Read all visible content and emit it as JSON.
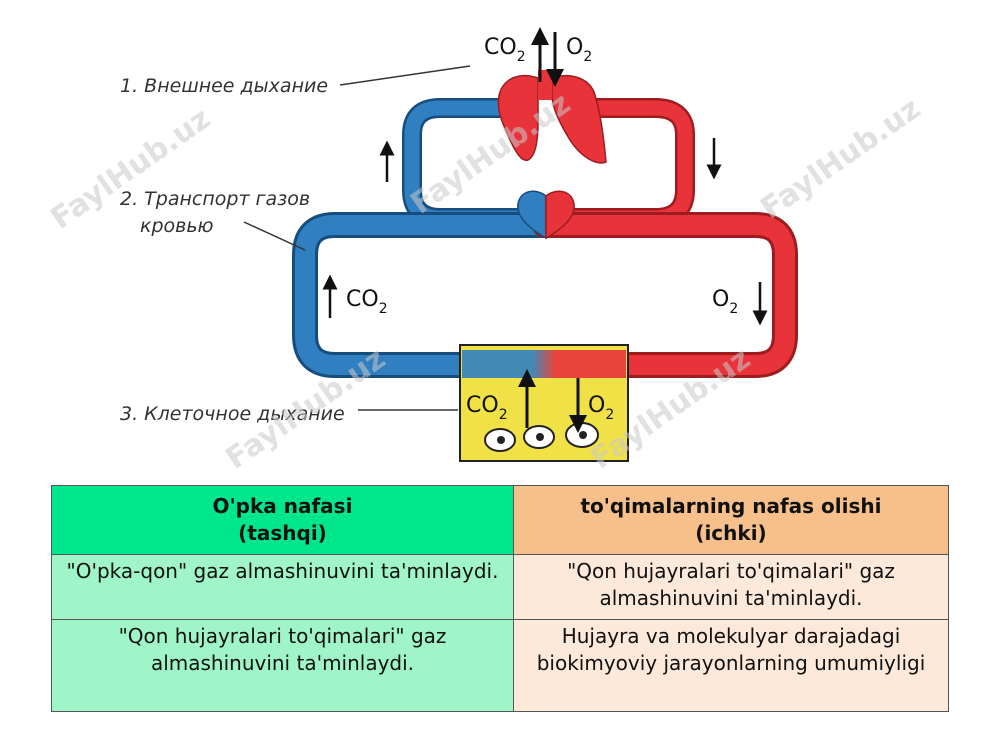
{
  "diagram": {
    "labels": {
      "external": "1. Внешнее дыхание",
      "transport_line1": "2. Транспорт газов",
      "transport_line2": "кровью",
      "cellular": "3. Клеточное дыхание"
    },
    "gases": {
      "co2": "CO",
      "o2": "O",
      "subscript": "2"
    },
    "colors": {
      "venous": "#2f7fc1",
      "arterial": "#e8333a",
      "tissue": "#f0e246",
      "lungs": "#e8333a"
    },
    "watermark": "FaylHub.uz"
  },
  "table": {
    "headers": [
      {
        "line1": "O'pka nafasi",
        "line2": "(tashqi)"
      },
      {
        "line1": "to'qimalarning nafas olishi",
        "line2": "(ichki)"
      }
    ],
    "rows": [
      [
        "\"O'pka-qon\" gaz almashinuvini ta'minlaydi.",
        "\"Qon hujayralari to'qimalari\" gaz almashinuvini ta'minlaydi."
      ],
      [
        "\"Qon hujayralari to'qimalari\" gaz almashinuvini ta'minlaydi.",
        "Hujayra va molekulyar darajadagi biokimyoviy jarayonlarning umumiyligi"
      ]
    ]
  }
}
